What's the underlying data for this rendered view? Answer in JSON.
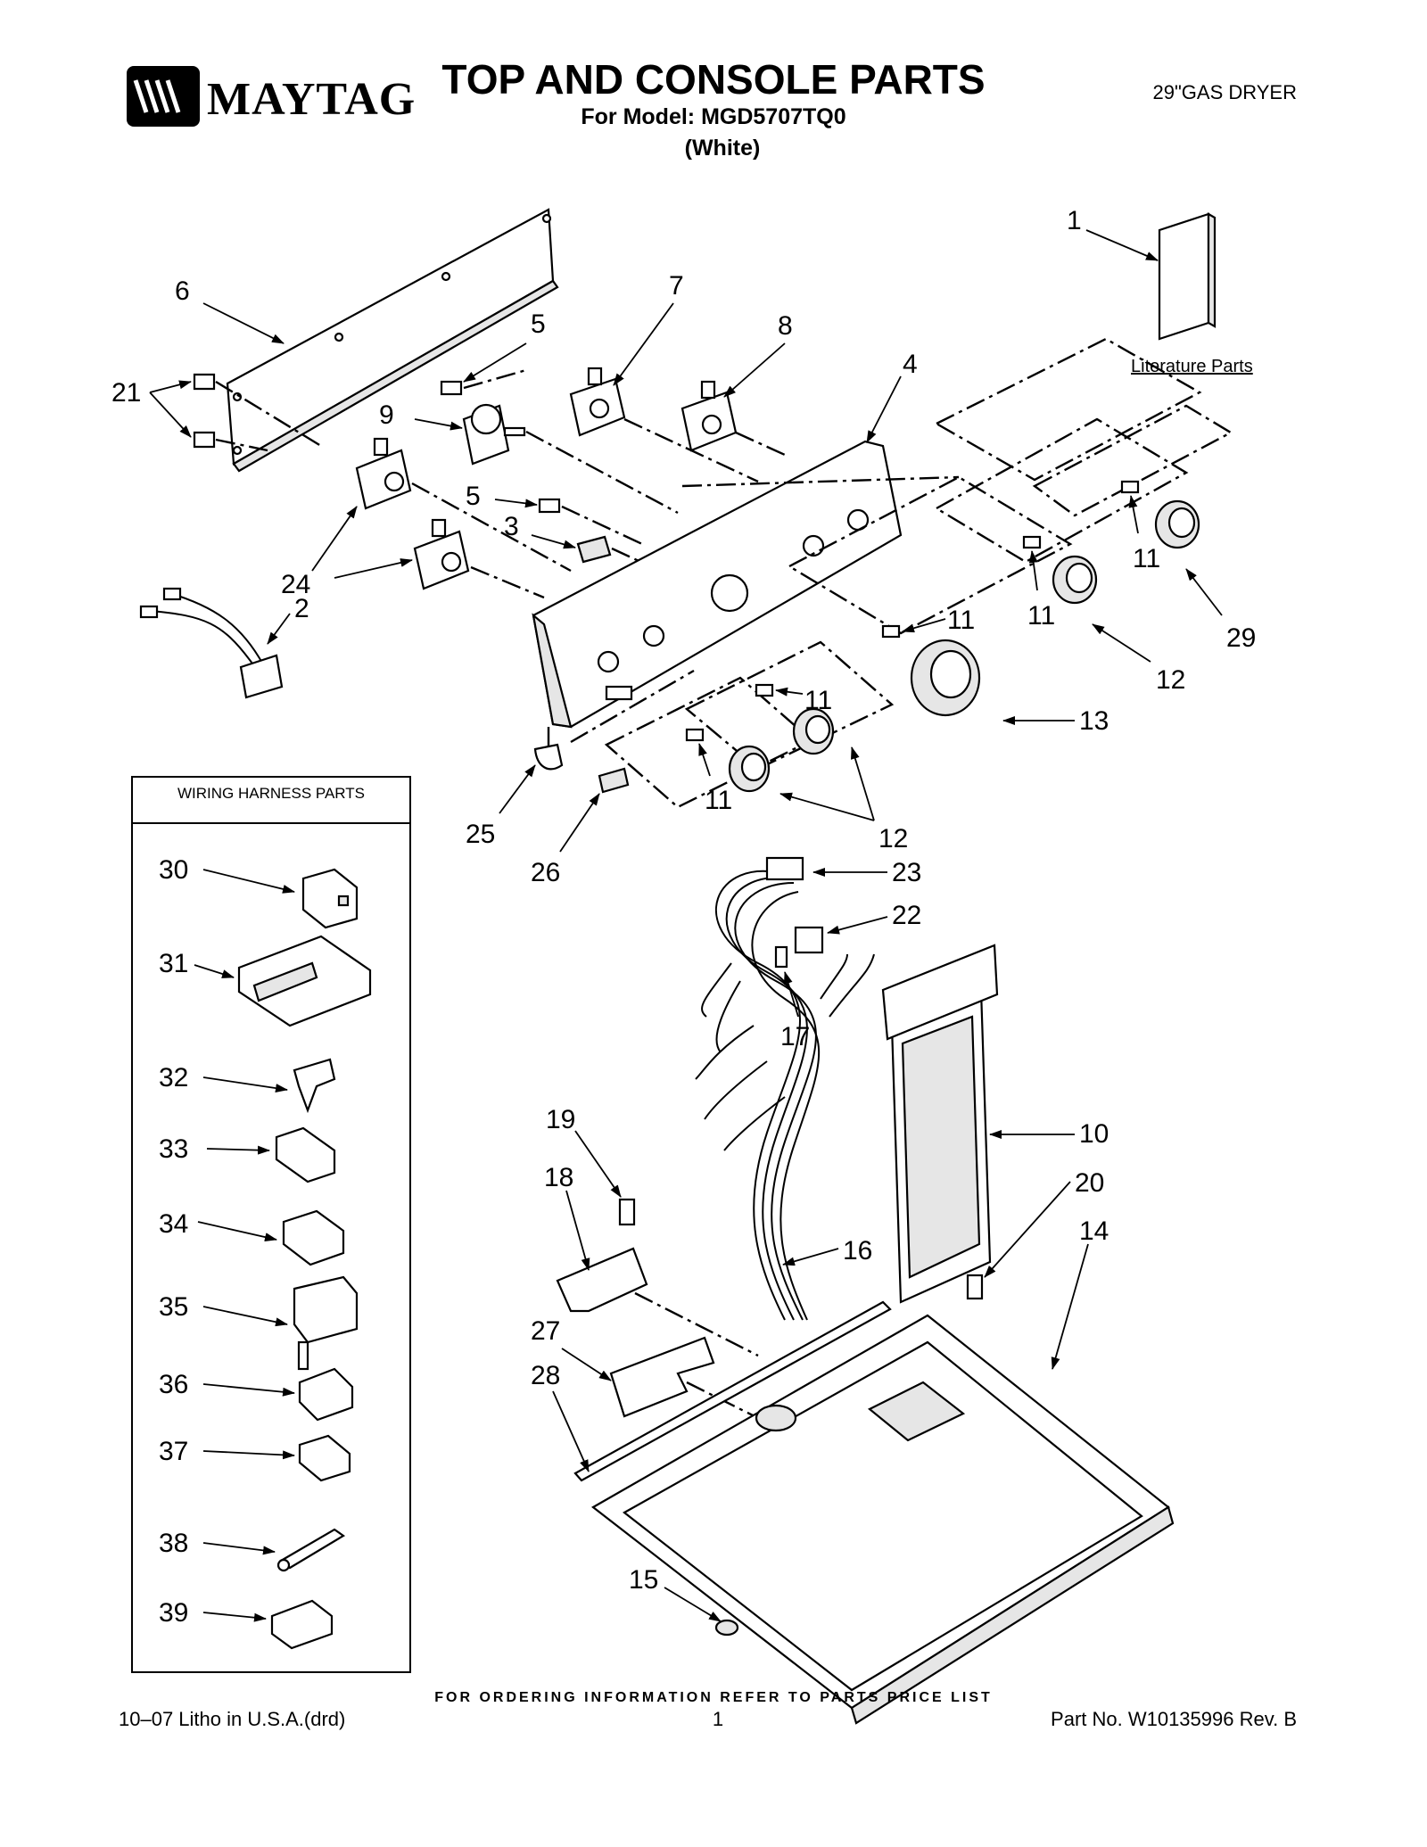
{
  "header": {
    "brand": "MAYTAG",
    "title": "TOP AND CONSOLE PARTS",
    "subtitle": "For Model: MGD5707TQ0",
    "subtitle_color": "(White)",
    "doc_type": "29\"GAS DRYER"
  },
  "literature": {
    "label": "Literature Parts"
  },
  "harness_box": {
    "title": "WIRING HARNESS PARTS"
  },
  "callouts": {
    "c1": "1",
    "c2": "2",
    "c3": "3",
    "c4": "4",
    "c5": "5",
    "c6": "6",
    "c7": "7",
    "c8": "8",
    "c9": "9",
    "c10": "10",
    "c11": "11",
    "c12": "12",
    "c13": "13",
    "c14": "14",
    "c15": "15",
    "c16": "16",
    "c17": "17",
    "c18": "18",
    "c19": "19",
    "c20": "20",
    "c21": "21",
    "c22": "22",
    "c23": "23",
    "c24": "24",
    "c25": "25",
    "c26": "26",
    "c27": "27",
    "c28": "28",
    "c29": "29",
    "c30": "30",
    "c31": "31",
    "c32": "32",
    "c33": "33",
    "c34": "34",
    "c35": "35",
    "c36": "36",
    "c37": "37",
    "c38": "38",
    "c39": "39"
  },
  "footer": {
    "note": "FOR ORDERING INFORMATION REFER TO PARTS PRICE LIST",
    "litho": "10–07 Litho in U.S.A.(drd)",
    "page": "1",
    "part_no": "Part No. W10135996 Rev. B"
  }
}
